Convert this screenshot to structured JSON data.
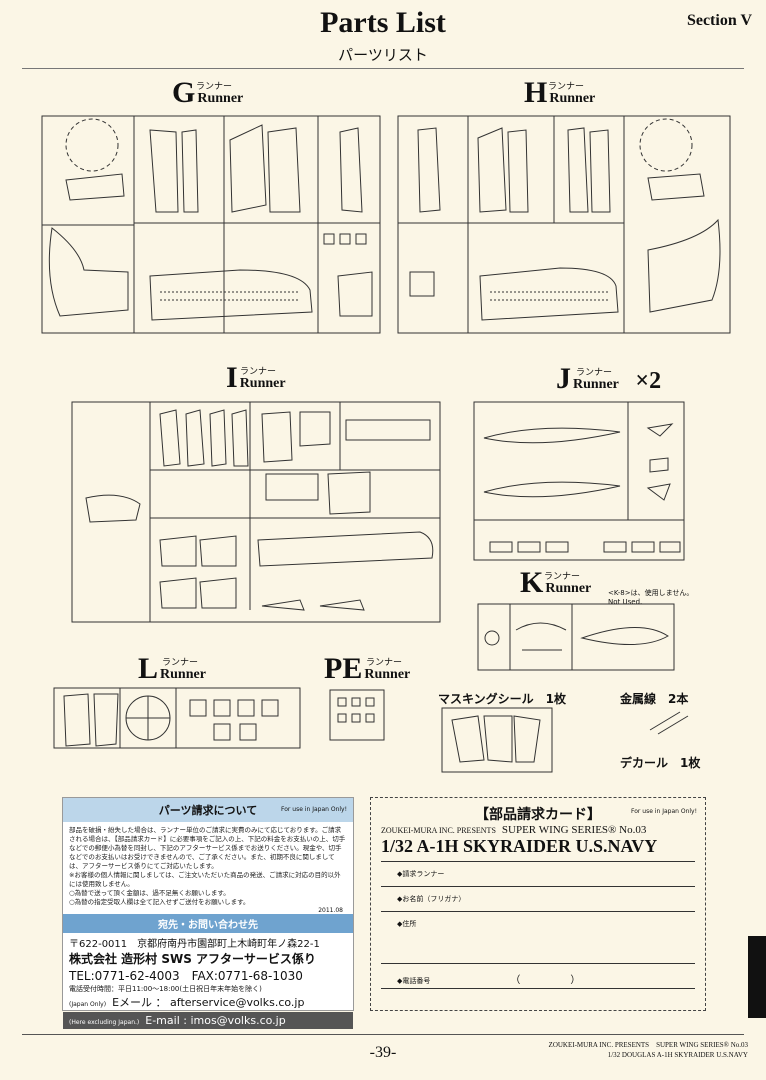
{
  "header": {
    "title": "Parts List",
    "subtitle": "パーツリスト",
    "section": "Section V"
  },
  "runners": {
    "runner_word": "Runner",
    "kana": "ランナー",
    "g": {
      "letter": "G"
    },
    "h": {
      "letter": "H"
    },
    "i": {
      "letter": "I"
    },
    "j": {
      "letter": "J",
      "multiplier": "×2"
    },
    "k": {
      "letter": "K",
      "note": "<K-8>は、使用しません。",
      "note_en": "Not Used."
    },
    "l": {
      "letter": "L"
    },
    "pe": {
      "letter": "PE"
    }
  },
  "extras": {
    "masking": "マスキングシール　1枚",
    "wire": "金属線　2本",
    "decal": "デカール　1枚"
  },
  "parts_request": {
    "heading": "パーツ請求について",
    "japan_only": "For use in Japan Only!",
    "text1": "部品を破損・紛失した場合は、ランナー単位のご請求に実費のみにて応じております。ご請求される場合は、【部品請求カード】に必要事項をご記入の上、下記の料金をお支払いの上、切手などでの郵便小為替を同封し、下記のアフターサービス係までお送りください。現金や、切手などでのお支払いはお受けできませんので、ご了承ください。",
    "text2": "また、初期不良に関しましては、アフターサービス係りにてご対応いたします。",
    "text3": "※お客様の個人情報に関しましては、ご注文いただいた商品の発送、ご請求に対応の目的以外には使用致しません。",
    "note1": "○為替で送って頂く金額は、過不足無くお願いします。",
    "note2": "○為替の指定受取人欄は全て記入せずご送付をお願いします。",
    "date": "2011.08",
    "contact_heading": "宛先・お問い合わせ先",
    "postal": "〒622-0011　京都府南丹市園部町上木崎町年ノ森22-1",
    "company": "株式会社 造形村 SWS アフターサービス係り",
    "phone": "TEL:0771-62-4003　FAX:0771-68-1030",
    "hours": "電話受付時間：平日11:00～18:00(土日祝日年末年始を除く)",
    "japan_only_tag": "(Japan Only)",
    "email_jp": "Eメール ： afterservice@volks.co.jp",
    "overseas_tag": "(Here excluding Japan.)",
    "email_intl": "E-mail : imos@volks.co.jp"
  },
  "card": {
    "title": "【部品請求カード】",
    "japan_only": "For use in Japan Only!",
    "presents": "ZOUKEI-MURA INC. PRESENTS",
    "series": "SUPER WING SERIES® No.03",
    "model": "1/32 A-1H SKYRAIDER U.S.NAVY",
    "field_runner": "◆請求ランナー",
    "field_name": "◆お名前（フリガナ）",
    "field_address": "◆住所",
    "field_phone": "◆電話番号",
    "paren": "（　　　　　）"
  },
  "footer": {
    "page": "-39-",
    "line1": "ZOUKEI-MURA INC. PRESENTS　SUPER WING SERIES® No.03",
    "line2": "1/32 DOUGLAS A-1H SKYRAIDER U.S.NAVY"
  }
}
